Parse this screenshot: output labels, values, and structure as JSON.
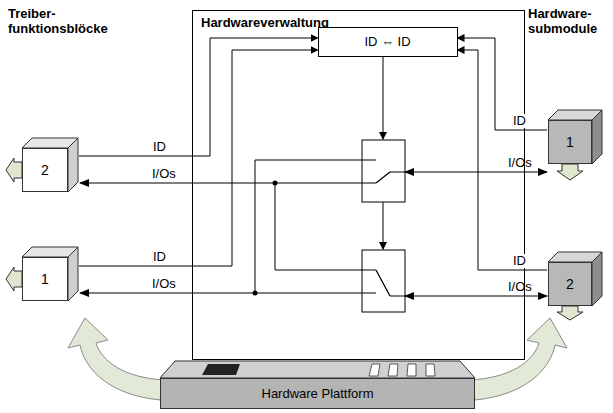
{
  "diagram": {
    "nodes": [
      {
        "text": [
          "Hardwareverwaltung"
        ]
      },
      {
        "text": [
          "ID ⇔ ID"
        ],
        "in": 0
      },
      {
        "text": [
          "2"
        ]
      },
      {
        "text": [
          "1"
        ]
      },
      {
        "text": [
          "1"
        ]
      },
      {
        "text": [
          "2"
        ]
      },
      {
        "text": [
          "Hardware Plattform"
        ]
      }
    ],
    "edges": [
      {
        "from": 2,
        "to": 1,
        "arrow": "to",
        "label": "ID"
      },
      {
        "from": 4,
        "to": 1,
        "arrow": "to",
        "label": "ID"
      },
      {
        "from": 3,
        "to": 1,
        "arrow": "to",
        "label": "ID"
      },
      {
        "from": 5,
        "to": 1,
        "arrow": "to",
        "label": "ID"
      }
    ],
    "labels": [
      "Treiber- funktionsblöcke",
      "Hardware- submodule",
      "I/Os",
      "I/Os",
      "I/Os",
      "I/Os"
    ]
  }
}
